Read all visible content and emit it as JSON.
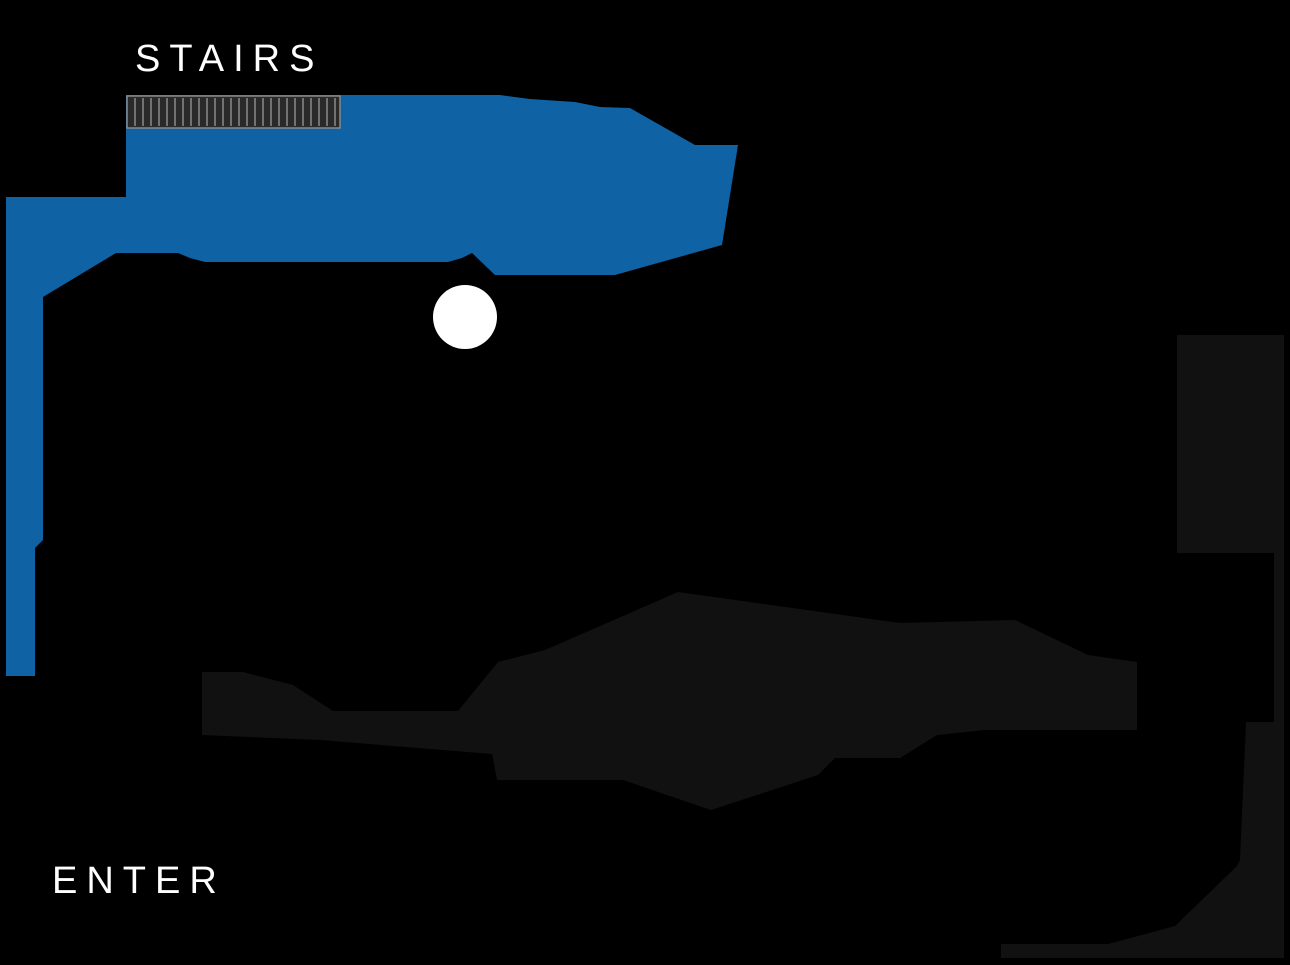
{
  "map": {
    "labels": {
      "stairs": "STAIRS",
      "enter": "ENTER"
    },
    "colors": {
      "background": "#000000",
      "explored_area": "#0f62a3",
      "unexplored_area": "#111111",
      "stairs_fill": "#2a2a2a",
      "stairs_stroke": "#8a8a8a",
      "player_marker": "#ffffff",
      "label_text": "#ffffff"
    },
    "icons": {
      "stairs": "stairs-icon",
      "player": "player-position-marker"
    }
  }
}
